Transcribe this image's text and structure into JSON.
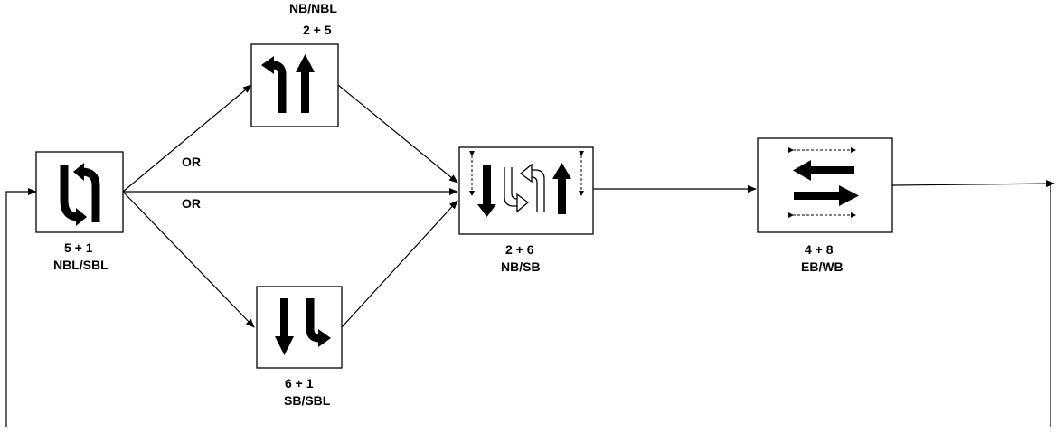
{
  "phases": {
    "nbl_sbl": {
      "numbers": "5 + 1",
      "name": "NBL/SBL",
      "icon": "dual-left-turn-icon"
    },
    "nb_nbl": {
      "name": "NB/NBL",
      "numbers": "2 + 5",
      "icon": "left-and-through-icon"
    },
    "sb_sbl": {
      "numbers": "6 + 1",
      "name": "SB/SBL",
      "icon": "through-and-left-icon"
    },
    "nb_sb": {
      "numbers": "2 + 6",
      "name": "NB/SB",
      "icon": "through-with-permitted-left-icon"
    },
    "eb_wb": {
      "numbers": "4 + 8",
      "name": "EB/WB",
      "icon": "eastbound-westbound-through-icon"
    }
  },
  "connectors": {
    "or_upper": "OR",
    "or_middle": "OR"
  },
  "colors": {
    "stroke": "#000000",
    "background": "#ffffff"
  }
}
